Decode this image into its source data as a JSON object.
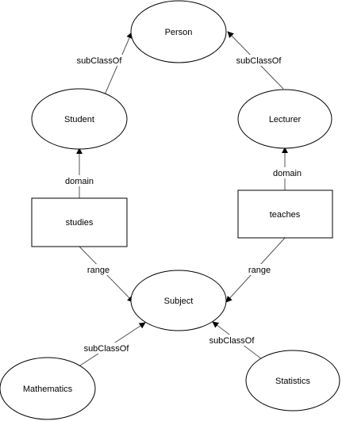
{
  "nodes": {
    "person": "Person",
    "student": "Student",
    "lecturer": "Lecturer",
    "studies": "studies",
    "teaches": "teaches",
    "subject": "Subject",
    "mathematics": "Mathematics",
    "statistics": "Statistics"
  },
  "edges": {
    "student_person": "subClassOf",
    "lecturer_person": "subClassOf",
    "studies_student": "domain",
    "teaches_lecturer": "domain",
    "studies_subject": "range",
    "teaches_subject": "range",
    "mathematics_subject": "subClassOf",
    "statistics_subject": "subClassOf"
  },
  "colors": {
    "stroke": "#000000",
    "edge": "#555555",
    "fill": "#ffffff"
  }
}
